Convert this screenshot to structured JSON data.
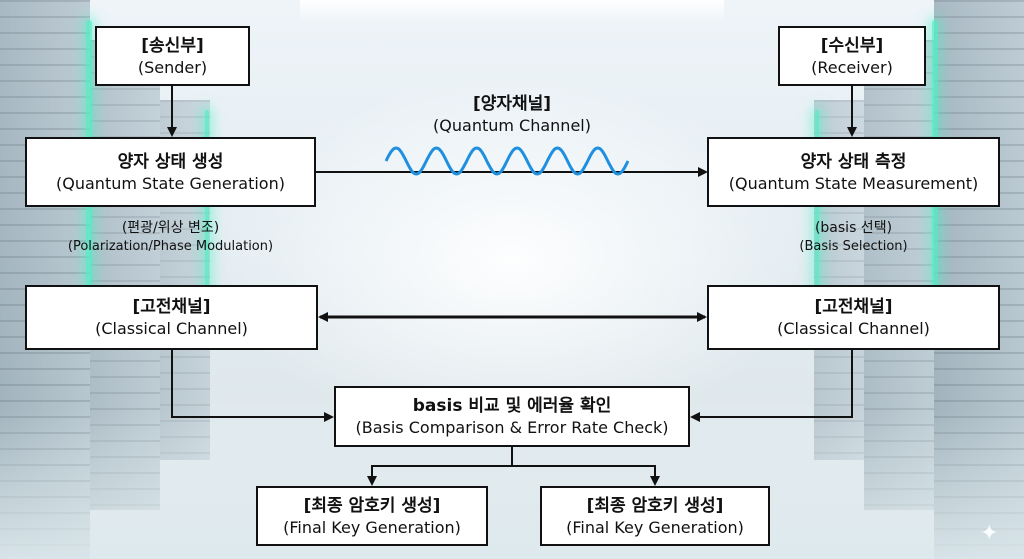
{
  "sender": {
    "title": "[송신부]",
    "subtitle": "(Sender)"
  },
  "receiver": {
    "title": "[수신부]",
    "subtitle": "(Receiver)"
  },
  "quantum_channel": {
    "title": "[양자채널]",
    "subtitle": "(Quantum Channel)"
  },
  "state_generation": {
    "title": "양자 상태 생성",
    "subtitle": "(Quantum State Generation)",
    "note_ko": "(편광/위상 변조)",
    "note_en": "(Polarization/Phase Modulation)"
  },
  "state_measurement": {
    "title": "양자 상태 측정",
    "subtitle": "(Quantum State Measurement)",
    "note_ko": "(basis 선택)",
    "note_en": "(Basis Selection)"
  },
  "classical_left": {
    "title": "[고전채널]",
    "subtitle": "(Classical Channel)"
  },
  "classical_right": {
    "title": "[고전채널]",
    "subtitle": "(Classical Channel)"
  },
  "comparison": {
    "title": "basis 비교 및 에러율 확인",
    "subtitle": "(Basis Comparison & Error Rate Check)"
  },
  "final_key_left": {
    "title": "[최종 암호키 생성]",
    "subtitle": "(Final Key Generation)"
  },
  "final_key_right": {
    "title": "[최종 암호키 생성]",
    "subtitle": "(Final Key Generation)"
  },
  "colors": {
    "wave": "#1f8fe0",
    "line": "#111111",
    "glow": "#4ff0c4"
  },
  "icons": {
    "corner": "sparkle-icon"
  }
}
